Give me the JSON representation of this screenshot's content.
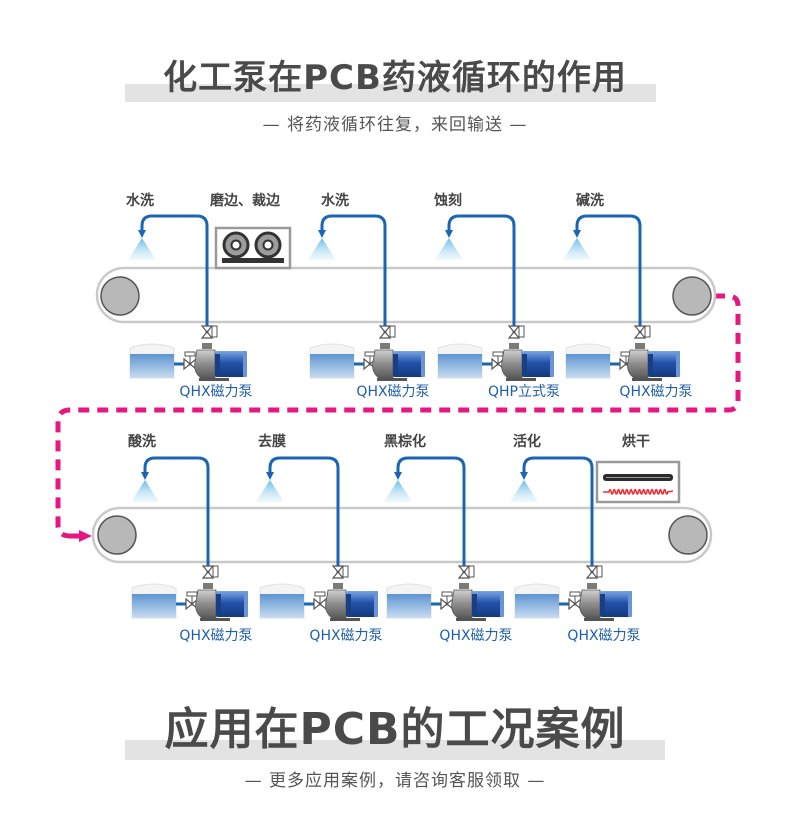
{
  "header": {
    "title": "化工泵在PCB药液循环的作用",
    "subtitle": "—  将药液循环往复，来回输送  —"
  },
  "diagram": {
    "colors": {
      "pipe": "#1a66b5",
      "flow_dashed": "#e6177f",
      "roller": "#b8b8b8",
      "conveyor_border": "#c9c9c9",
      "tank_liquid": "#6a9fd6",
      "pump_body": "#2453a6",
      "heater_coil": "#e8333a"
    },
    "top_line": {
      "stages": [
        {
          "label": "水洗",
          "type": "spray"
        },
        {
          "label": "磨边、裁边",
          "type": "grinder"
        },
        {
          "label": "水洗",
          "type": "spray"
        },
        {
          "label": "蚀刻",
          "type": "spray"
        },
        {
          "label": "碱洗",
          "type": "spray"
        }
      ],
      "pumps": [
        {
          "label": "QHX磁力泵"
        },
        {
          "label": "QHX磁力泵"
        },
        {
          "label": "QHP立式泵"
        },
        {
          "label": "QHX磁力泵"
        }
      ]
    },
    "bottom_line": {
      "stages": [
        {
          "label": "酸洗",
          "type": "spray"
        },
        {
          "label": "去膜",
          "type": "spray"
        },
        {
          "label": "黑棕化",
          "type": "spray"
        },
        {
          "label": "活化",
          "type": "spray"
        },
        {
          "label": "烘干",
          "type": "dryer"
        }
      ],
      "pumps": [
        {
          "label": "QHX磁力泵"
        },
        {
          "label": "QHX磁力泵"
        },
        {
          "label": "QHX磁力泵"
        },
        {
          "label": "QHX磁力泵"
        }
      ]
    }
  },
  "footer": {
    "title": "应用在PCB的工况案例",
    "subtitle": "— 更多应用案例，请咨询客服领取 —"
  }
}
